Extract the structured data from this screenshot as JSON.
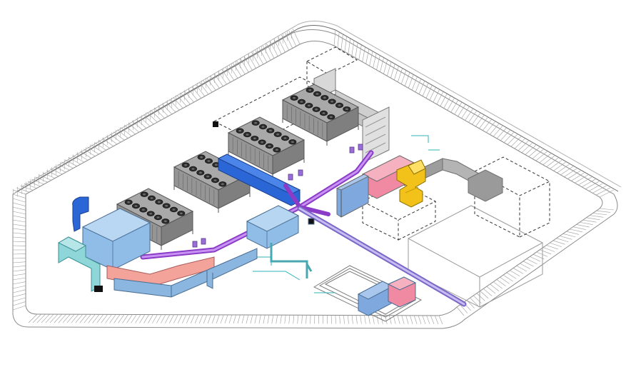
{
  "title": "",
  "colors": {
    "background": "#ffffff",
    "fence": "#8a8a8a",
    "fence_light": "#c8c8c8",
    "chiller_top": "#a9a9a9",
    "chiller_side": "#7f7f7f",
    "chiller_front": "#959595",
    "fan": "#2b2b2b",
    "duct_blue": "#8ab6e0",
    "duct_blue_dark": "#5e8fc2",
    "duct_cyan": "#8fd6d8",
    "duct_pink": "#f19aa8",
    "duct_salmon": "#f3a39a",
    "pipe_purple": "#a25bd8",
    "pipe_violet": "#b49be6",
    "deep_blue": "#1f5fcf",
    "yellow": "#f2c21a",
    "gray_duct": "#a8a8a8",
    "outline": "#606060",
    "dashed": "#333333"
  },
  "components": {
    "fence": "perimeter-fence",
    "chillers": [
      "chiller-unit-1",
      "chiller-unit-2",
      "chiller-unit-3",
      "chiller-unit-4"
    ],
    "air_handlers": [
      "air-handling-unit-main",
      "air-handling-unit-east",
      "air-handling-unit-south"
    ],
    "pipes": [
      "purple-supply-pipe",
      "violet-return-pipe"
    ],
    "ducts": [
      "blue-supply-duct",
      "cyan-duct",
      "pink-duct",
      "yellow-elbow-duct",
      "gray-duct"
    ],
    "equipment": [
      "dashed-equipment-outline-north",
      "dashed-equipment-outline-east",
      "transformer-box",
      "electrical-pad"
    ]
  }
}
